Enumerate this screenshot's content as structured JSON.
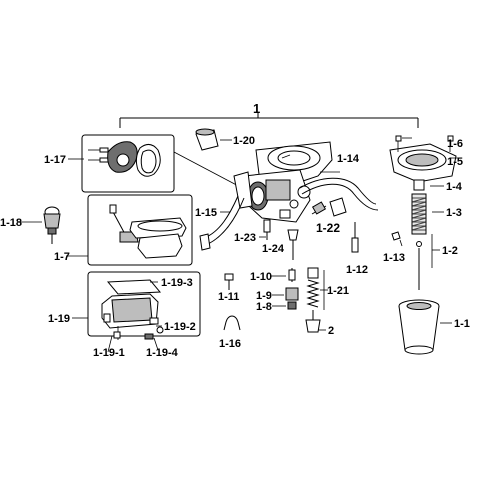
{
  "labels": {
    "l1": "1",
    "l1_1": "1-1",
    "l1_2": "1-2",
    "l1_3": "1-3",
    "l1_4": "1-4",
    "l1_5": "1-5",
    "l1_6": "1-6",
    "l1_7": "1-7",
    "l1_8": "1-8",
    "l1_9": "1-9",
    "l1_10": "1-10",
    "l1_11": "1-11",
    "l1_12": "1-12",
    "l1_13": "1-13",
    "l1_14": "1-14",
    "l1_15": "1-15",
    "l1_16": "1-16",
    "l1_17": "1-17",
    "l1_18": "1-18",
    "l1_19": "1-19",
    "l1_19_1": "1-19-1",
    "l1_19_2": "1-19-2",
    "l1_19_3": "1-19-3",
    "l1_19_4": "1-19-4",
    "l1_20": "1-20",
    "l1_21": "1-21",
    "l1_22": "1-22",
    "l1_23": "1-23",
    "l1_24": "1-24",
    "l2": "2"
  }
}
